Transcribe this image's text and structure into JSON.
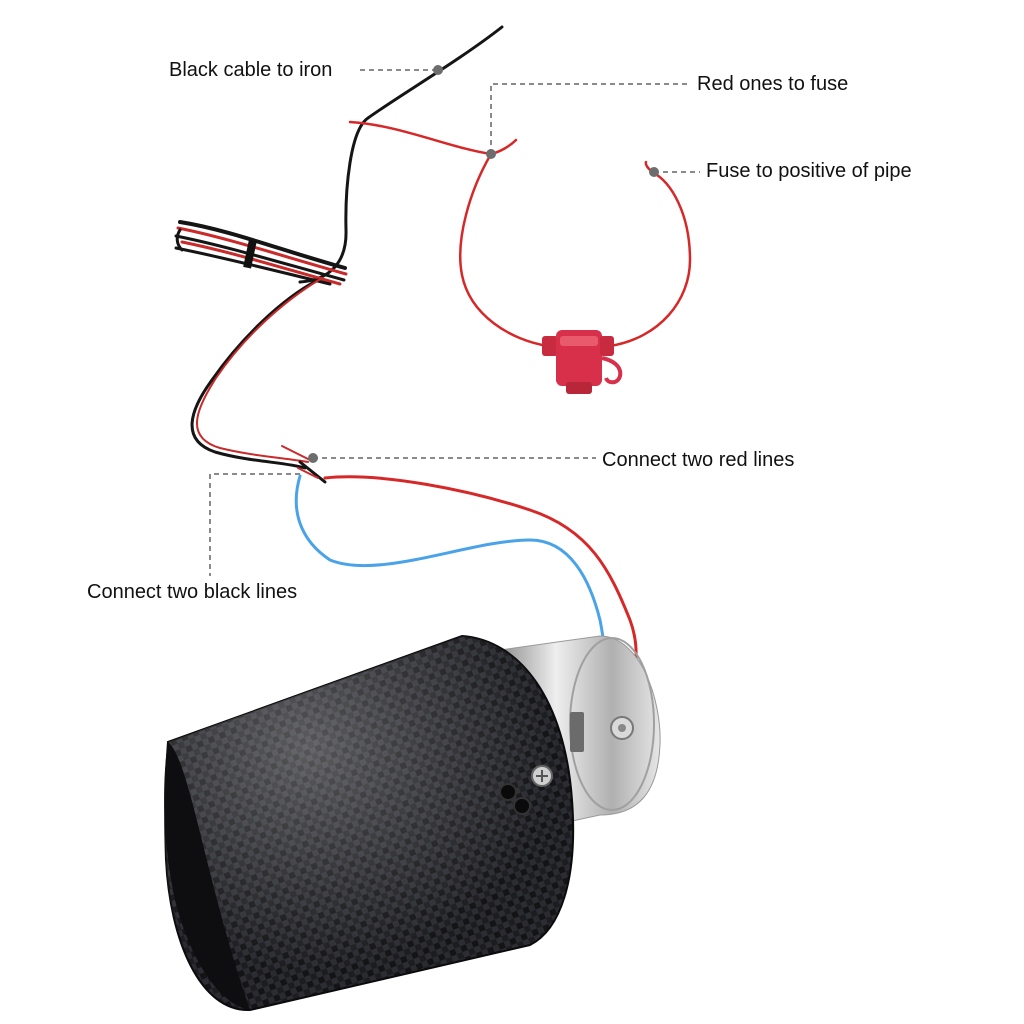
{
  "labels": {
    "black_cable": "Black cable to iron",
    "red_fuse": "Red ones to fuse",
    "fuse_positive": "Fuse to positive of pipe",
    "two_red": "Connect two red lines",
    "two_black": "Connect two black lines"
  },
  "colors": {
    "black_wire": "#151515",
    "red_wire": "#d62828",
    "blue_wire": "#4aa3e8",
    "fuse_body": "#d8304a",
    "leader": "#8a8a8a",
    "carbon_dark": "#1b1b1e",
    "chrome": "#c9c9c9"
  },
  "icons": [
    "fuse-holder-icon",
    "exhaust-tip-icon",
    "screw-icon",
    "carbon-fiber-texture"
  ]
}
